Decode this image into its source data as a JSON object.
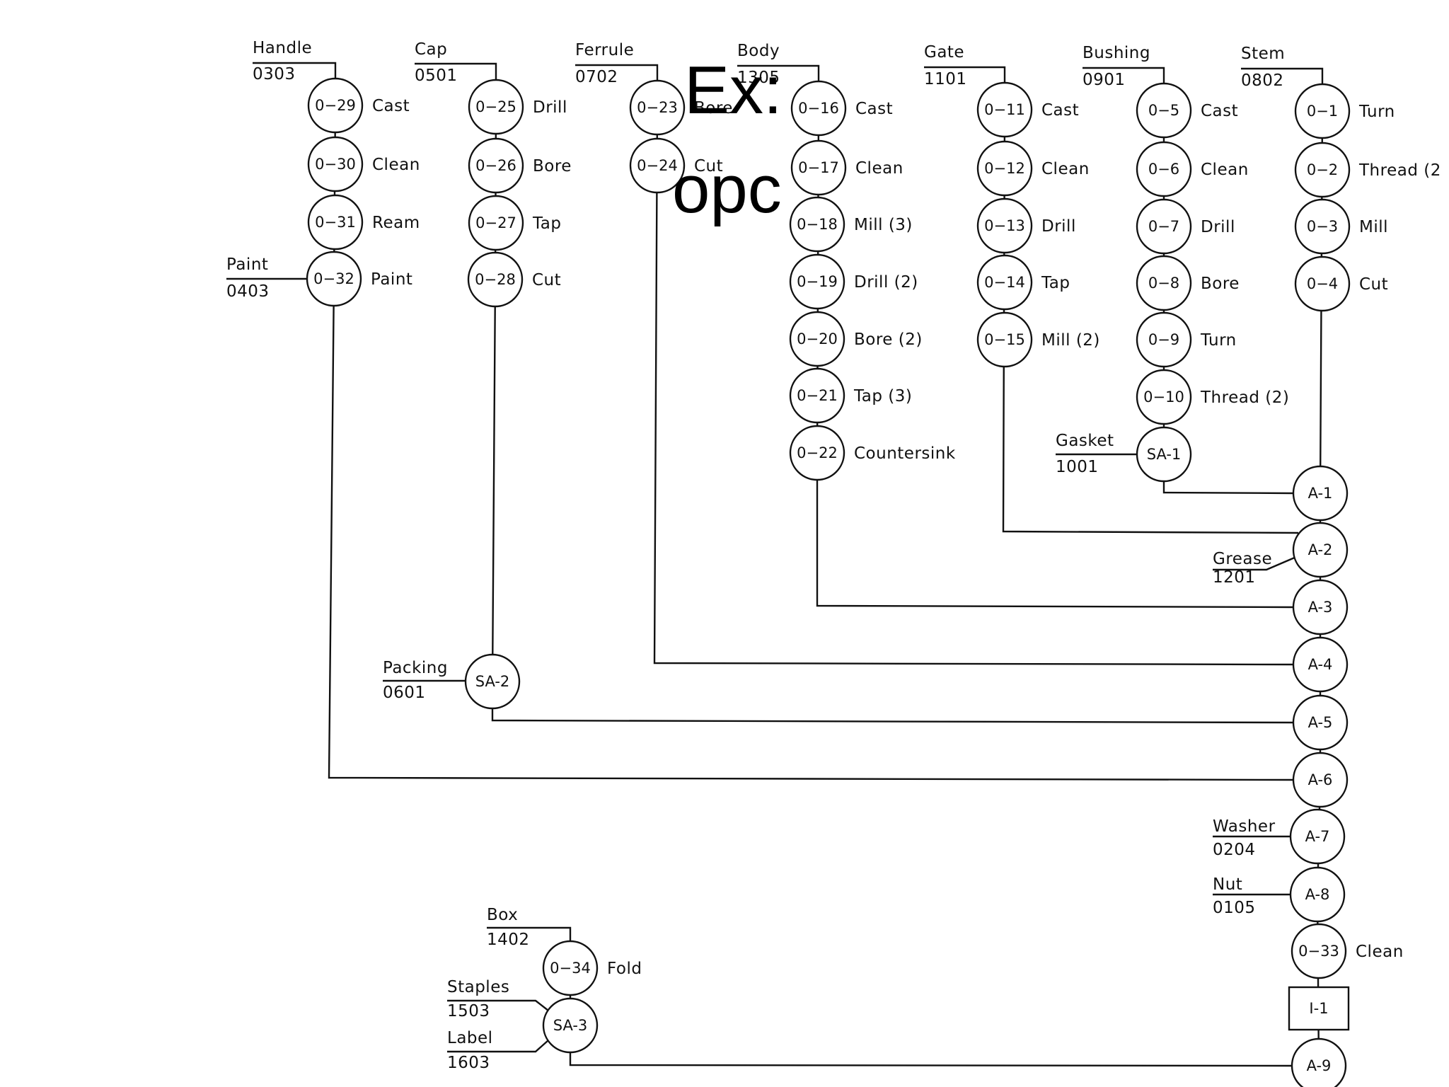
{
  "overlay": {
    "line1": "Ex:",
    "line2": "opc"
  },
  "parts": [
    {
      "id": "handle",
      "name": "Handle",
      "code": "0303"
    },
    {
      "id": "cap",
      "name": "Cap",
      "code": "0501"
    },
    {
      "id": "ferrule",
      "name": "Ferrule",
      "code": "0702"
    },
    {
      "id": "body",
      "name": "Body",
      "code": "1305"
    },
    {
      "id": "gate",
      "name": "Gate",
      "code": "1101"
    },
    {
      "id": "bushing",
      "name": "Bushing",
      "code": "0901"
    },
    {
      "id": "stem",
      "name": "Stem",
      "code": "0802"
    },
    {
      "id": "paint",
      "name": "Paint",
      "code": "0403"
    },
    {
      "id": "gasket",
      "name": "Gasket",
      "code": "1001"
    },
    {
      "id": "grease",
      "name": "Grease",
      "code": "1201"
    },
    {
      "id": "packing",
      "name": "Packing",
      "code": "0601"
    },
    {
      "id": "washer",
      "name": "Washer",
      "code": "0204"
    },
    {
      "id": "nut",
      "name": "Nut",
      "code": "0105"
    },
    {
      "id": "box",
      "name": "Box",
      "code": "1402"
    },
    {
      "id": "staples",
      "name": "Staples",
      "code": "1503"
    },
    {
      "id": "label",
      "name": "Label",
      "code": "1603"
    }
  ],
  "operations": [
    {
      "id": "0-29",
      "label": "0−29",
      "text": "Cast"
    },
    {
      "id": "0-30",
      "label": "0−30",
      "text": "Clean"
    },
    {
      "id": "0-31",
      "label": "0−31",
      "text": "Ream"
    },
    {
      "id": "0-32",
      "label": "0−32",
      "text": "Paint"
    },
    {
      "id": "0-25",
      "label": "0−25",
      "text": "Drill"
    },
    {
      "id": "0-26",
      "label": "0−26",
      "text": "Bore"
    },
    {
      "id": "0-27",
      "label": "0−27",
      "text": "Tap"
    },
    {
      "id": "0-28",
      "label": "0−28",
      "text": "Cut"
    },
    {
      "id": "0-23",
      "label": "0−23",
      "text": "Bore"
    },
    {
      "id": "0-24",
      "label": "0−24",
      "text": "Cut"
    },
    {
      "id": "0-16",
      "label": "0−16",
      "text": "Cast"
    },
    {
      "id": "0-17",
      "label": "0−17",
      "text": "Clean"
    },
    {
      "id": "0-18",
      "label": "0−18",
      "text": "Mill (3)"
    },
    {
      "id": "0-19",
      "label": "0−19",
      "text": "Drill (2)"
    },
    {
      "id": "0-20",
      "label": "0−20",
      "text": "Bore (2)"
    },
    {
      "id": "0-21",
      "label": "0−21",
      "text": "Tap (3)"
    },
    {
      "id": "0-22",
      "label": "0−22",
      "text": "Countersink"
    },
    {
      "id": "0-11",
      "label": "0−11",
      "text": "Cast"
    },
    {
      "id": "0-12",
      "label": "0−12",
      "text": "Clean"
    },
    {
      "id": "0-13",
      "label": "0−13",
      "text": "Drill"
    },
    {
      "id": "0-14",
      "label": "0−14",
      "text": "Tap"
    },
    {
      "id": "0-15",
      "label": "0−15",
      "text": "Mill (2)"
    },
    {
      "id": "0-5",
      "label": "0−5",
      "text": "Cast"
    },
    {
      "id": "0-6",
      "label": "0−6",
      "text": "Clean"
    },
    {
      "id": "0-7",
      "label": "0−7",
      "text": "Drill"
    },
    {
      "id": "0-8",
      "label": "0−8",
      "text": "Bore"
    },
    {
      "id": "0-9",
      "label": "0−9",
      "text": "Turn"
    },
    {
      "id": "0-10",
      "label": "0−10",
      "text": "Thread (2)"
    },
    {
      "id": "0-1",
      "label": "0−1",
      "text": "Turn"
    },
    {
      "id": "0-2",
      "label": "0−2",
      "text": "Thread (2"
    },
    {
      "id": "0-3",
      "label": "0−3",
      "text": "Mill"
    },
    {
      "id": "0-4",
      "label": "0−4",
      "text": "Cut"
    },
    {
      "id": "0-33",
      "label": "0−33",
      "text": "Clean"
    },
    {
      "id": "0-34",
      "label": "0−34",
      "text": "Fold"
    }
  ],
  "assemblies": [
    {
      "id": "SA-1",
      "label": "SA-1"
    },
    {
      "id": "SA-2",
      "label": "SA-2"
    },
    {
      "id": "SA-3",
      "label": "SA-3"
    },
    {
      "id": "A-1",
      "label": "A-1"
    },
    {
      "id": "A-2",
      "label": "A-2"
    },
    {
      "id": "A-3",
      "label": "A-3"
    },
    {
      "id": "A-4",
      "label": "A-4"
    },
    {
      "id": "A-5",
      "label": "A-5"
    },
    {
      "id": "A-6",
      "label": "A-6"
    },
    {
      "id": "A-7",
      "label": "A-7"
    },
    {
      "id": "A-8",
      "label": "A-8"
    },
    {
      "id": "A-9",
      "label": "A-9"
    }
  ],
  "inspections": [
    {
      "id": "I-1",
      "label": "I-1"
    }
  ]
}
